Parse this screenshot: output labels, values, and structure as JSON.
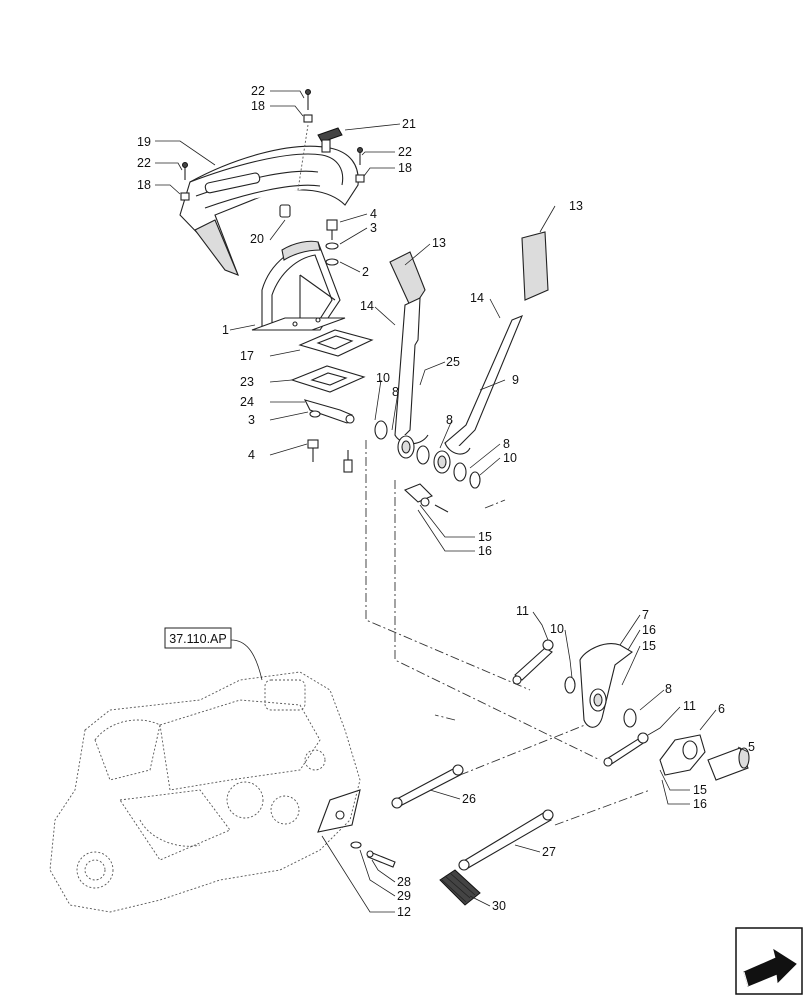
{
  "diagram": {
    "reference_box": "37.110.AP",
    "callouts": [
      "1",
      "2",
      "3",
      "4",
      "5",
      "6",
      "7",
      "8",
      "9",
      "10",
      "11",
      "12",
      "13",
      "14",
      "15",
      "16",
      "17",
      "18",
      "19",
      "20",
      "21",
      "22",
      "23",
      "24",
      "25",
      "26",
      "27",
      "28",
      "29",
      "30"
    ]
  },
  "nav": {
    "icon": "next-page-arrow-icon"
  }
}
